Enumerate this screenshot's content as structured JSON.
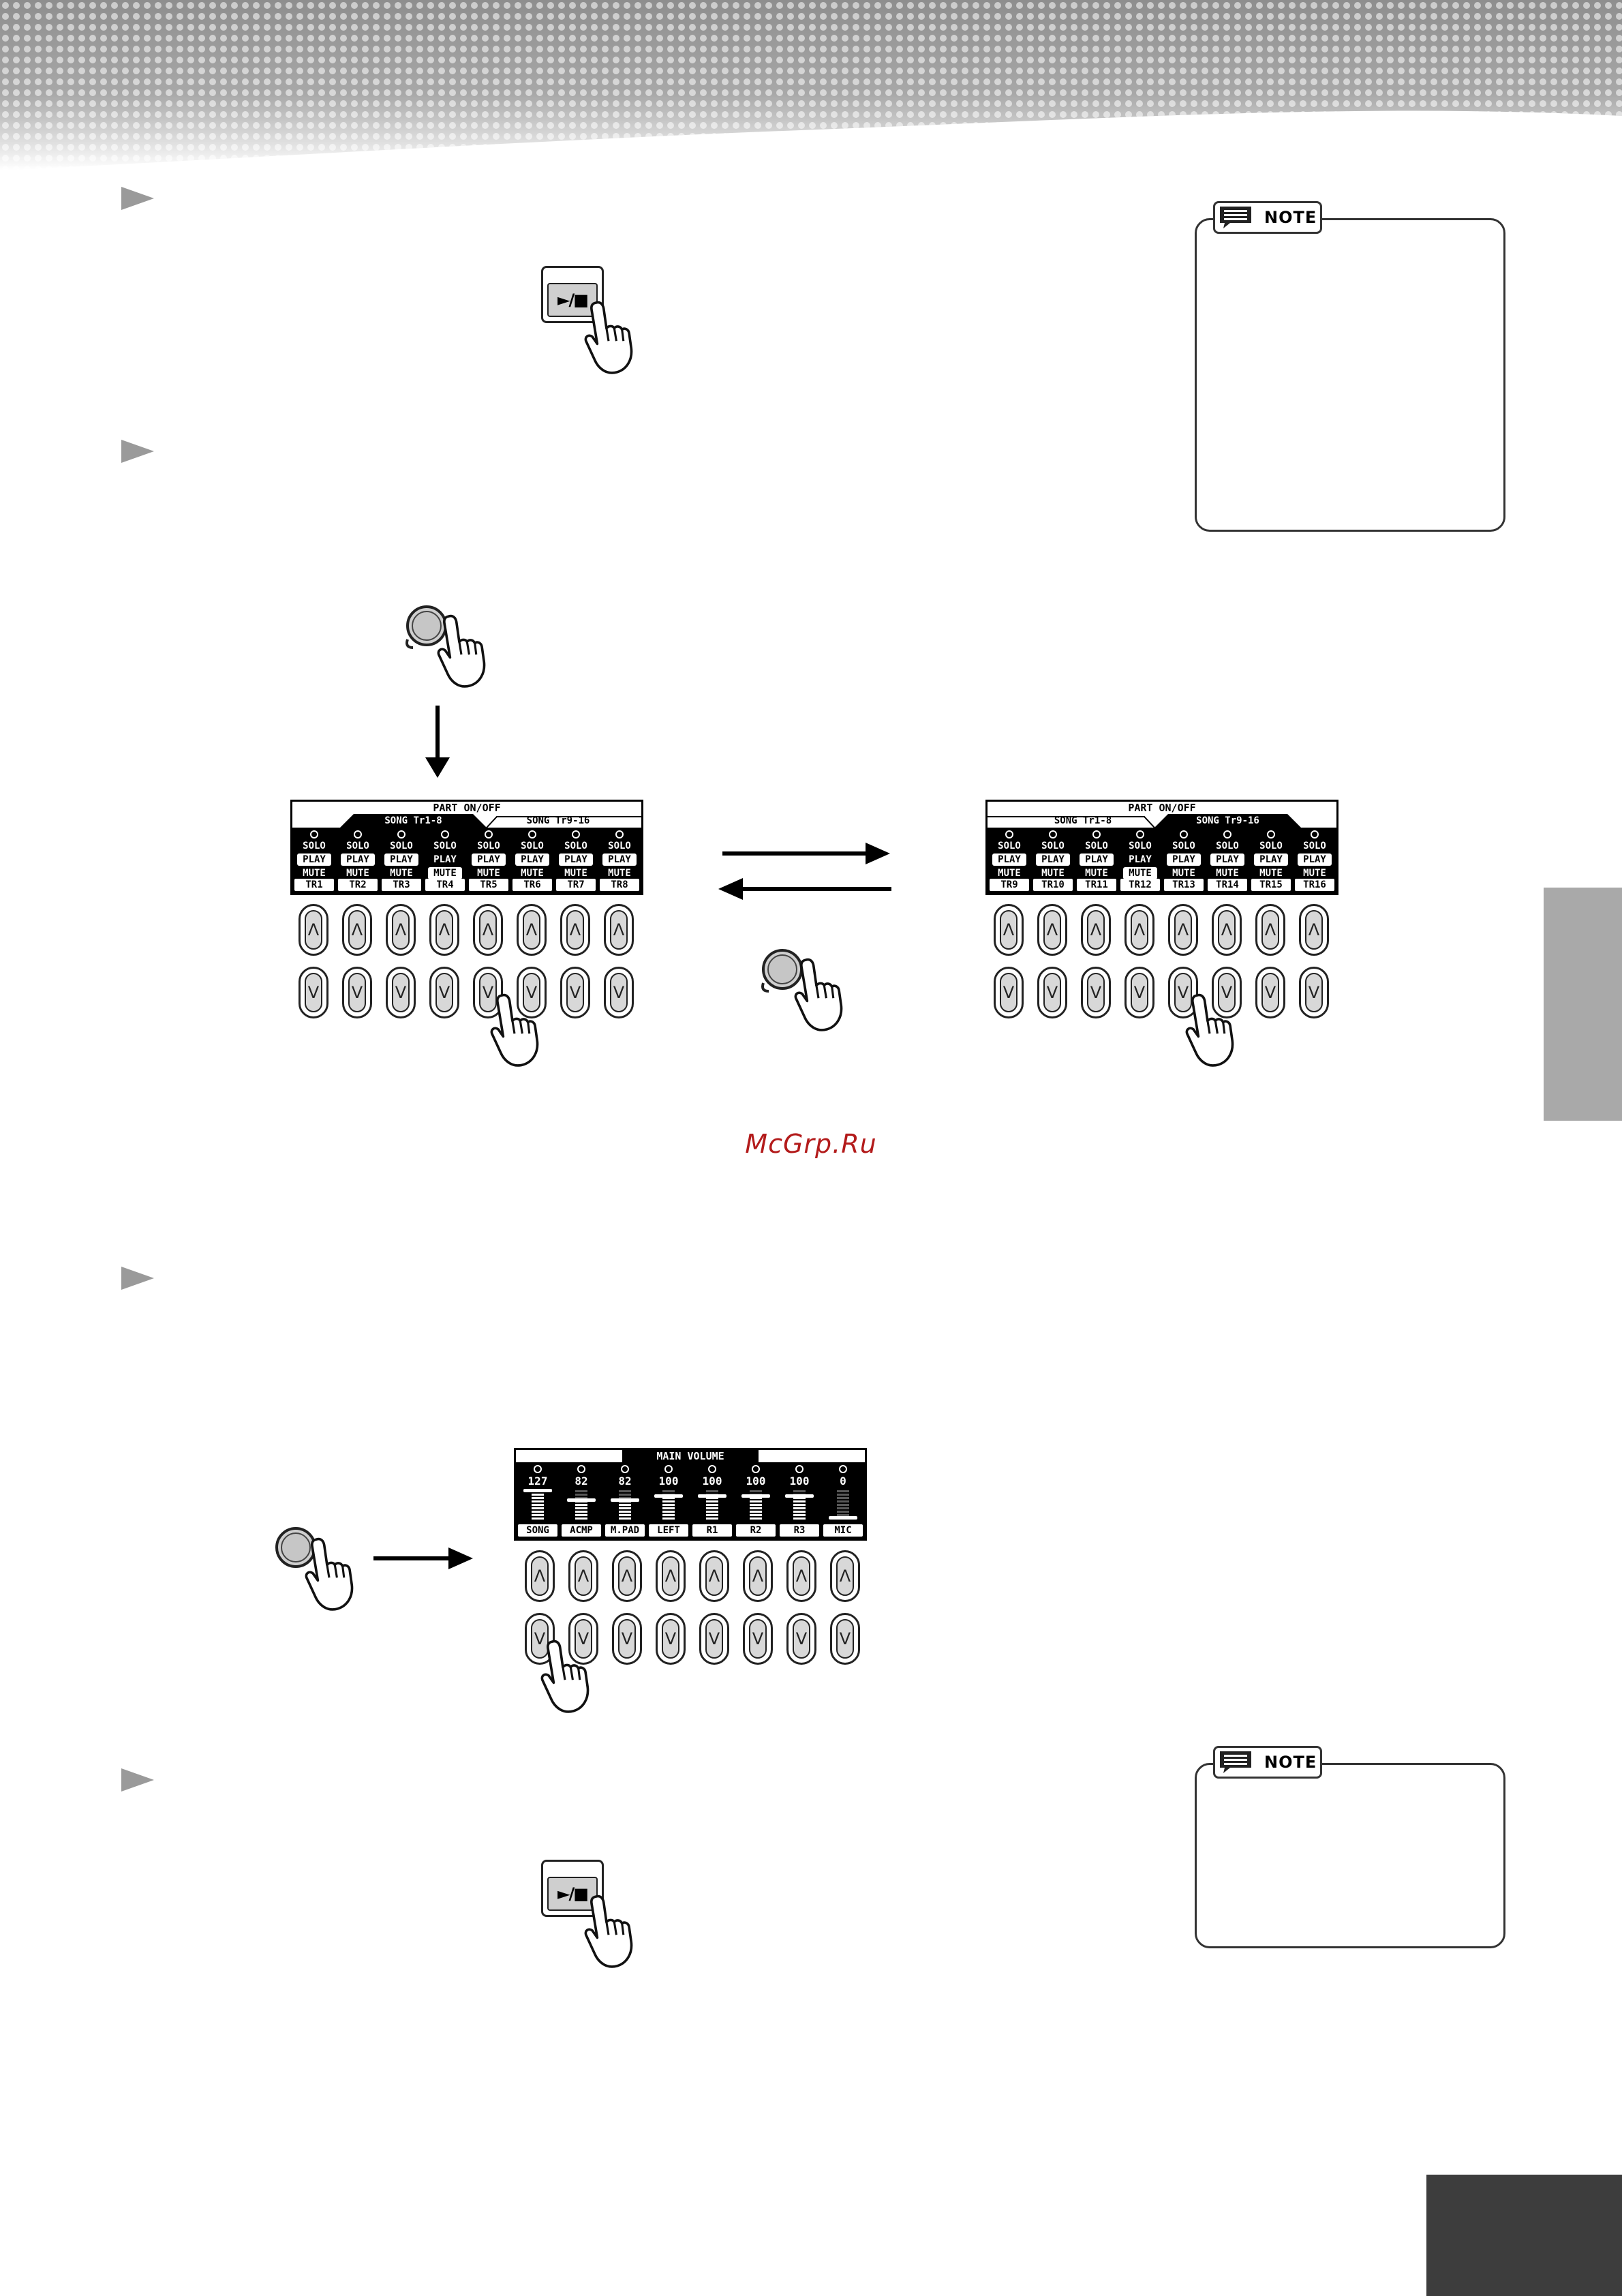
{
  "note_labels": [
    "NOTE",
    "NOTE"
  ],
  "play_stop_button": {
    "label": "►/■"
  },
  "part_onoff_screen_1": {
    "title": "PART ON/OFF",
    "tabs": [
      "SONG Tr1-8",
      "SONG Tr9-16"
    ],
    "active_tab": 0,
    "tracks": [
      {
        "label": "TR1",
        "options": [
          "SOLO",
          "PLAY",
          "MUTE"
        ],
        "selected": 1
      },
      {
        "label": "TR2",
        "options": [
          "SOLO",
          "PLAY",
          "MUTE"
        ],
        "selected": 1
      },
      {
        "label": "TR3",
        "options": [
          "SOLO",
          "PLAY",
          "MUTE"
        ],
        "selected": 1
      },
      {
        "label": "TR4",
        "options": [
          "SOLO",
          "PLAY",
          "MUTE"
        ],
        "selected": 2
      },
      {
        "label": "TR5",
        "options": [
          "SOLO",
          "PLAY",
          "MUTE"
        ],
        "selected": 1
      },
      {
        "label": "TR6",
        "options": [
          "SOLO",
          "PLAY",
          "MUTE"
        ],
        "selected": 1
      },
      {
        "label": "TR7",
        "options": [
          "SOLO",
          "PLAY",
          "MUTE"
        ],
        "selected": 1
      },
      {
        "label": "TR8",
        "options": [
          "SOLO",
          "PLAY",
          "MUTE"
        ],
        "selected": 1
      }
    ]
  },
  "part_onoff_screen_2": {
    "title": "PART ON/OFF",
    "tabs": [
      "SONG Tr1-8",
      "SONG Tr9-16"
    ],
    "active_tab": 1,
    "tracks": [
      {
        "label": "TR9",
        "options": [
          "SOLO",
          "PLAY",
          "MUTE"
        ],
        "selected": 1
      },
      {
        "label": "TR10",
        "options": [
          "SOLO",
          "PLAY",
          "MUTE"
        ],
        "selected": 1
      },
      {
        "label": "TR11",
        "options": [
          "SOLO",
          "PLAY",
          "MUTE"
        ],
        "selected": 1
      },
      {
        "label": "TR12",
        "options": [
          "SOLO",
          "PLAY",
          "MUTE"
        ],
        "selected": 2
      },
      {
        "label": "TR13",
        "options": [
          "SOLO",
          "PLAY",
          "MUTE"
        ],
        "selected": 1
      },
      {
        "label": "TR14",
        "options": [
          "SOLO",
          "PLAY",
          "MUTE"
        ],
        "selected": 1
      },
      {
        "label": "TR15",
        "options": [
          "SOLO",
          "PLAY",
          "MUTE"
        ],
        "selected": 1
      },
      {
        "label": "TR16",
        "options": [
          "SOLO",
          "PLAY",
          "MUTE"
        ],
        "selected": 1
      }
    ]
  },
  "main_volume_screen": {
    "title": "MAIN VOLUME",
    "channels": [
      {
        "label": "SONG",
        "value": "127",
        "level": 1.0
      },
      {
        "label": "ACMP",
        "value": "82",
        "level": 0.65
      },
      {
        "label": "M.PAD",
        "value": "82",
        "level": 0.65
      },
      {
        "label": "LEFT",
        "value": "100",
        "level": 0.8
      },
      {
        "label": "R1",
        "value": "100",
        "level": 0.8
      },
      {
        "label": "R2",
        "value": "100",
        "level": 0.8
      },
      {
        "label": "R3",
        "value": "100",
        "level": 0.8
      },
      {
        "label": "MIC",
        "value": "0",
        "level": 0.0
      }
    ]
  },
  "knob_glyphs": {
    "up": "Λ",
    "down": "V"
  },
  "watermark": "McGrp.Ru"
}
